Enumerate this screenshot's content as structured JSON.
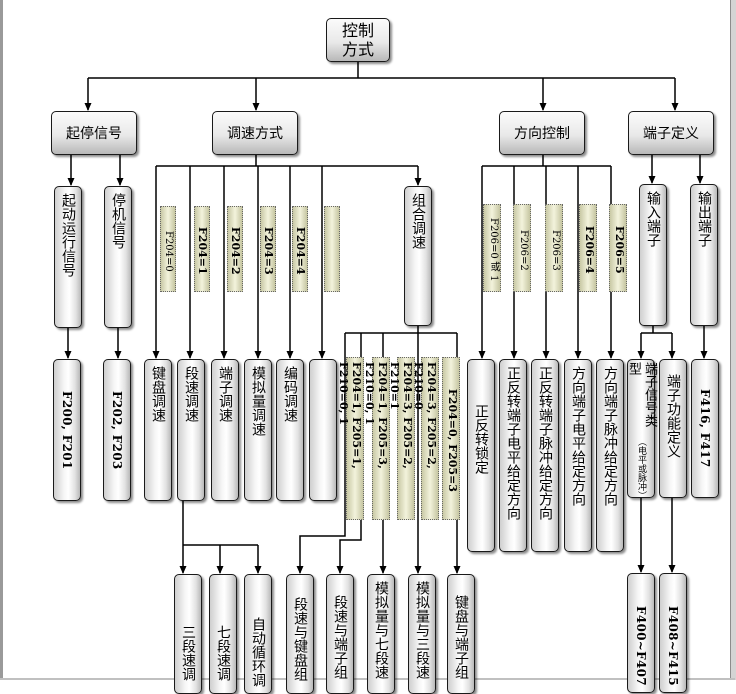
{
  "diagram": {
    "root": "控制\n方式",
    "start_stop": {
      "label": "起停信号",
      "run_signal": "起动运行信号",
      "stop_signal": "停机信号",
      "run_params": "F200, F201",
      "stop_params": "F202, F203"
    },
    "speed": {
      "label": "调速方式",
      "codes": [
        "F204=0",
        "F204=1",
        "F204=2",
        "F204=3",
        "F204=4"
      ],
      "modes": [
        "键盘调速",
        "段速调速",
        "端子调速",
        "模拟量调速",
        "编码调速",
        ""
      ],
      "combo": "组合调速",
      "combo_codes": [
        "F204=1, F205=1, F210=0, 1",
        "F204=1, F205=3, F210=0, 1",
        "F204=3, F205=2, F210=1",
        "F204=3, F205=2, F210=0",
        "F204=0, F205=3"
      ],
      "combo_modes": [
        "段速与键盘组",
        "段速与端子组",
        "模拟量与七段速",
        "模拟量与三段速",
        "键盘与端子组"
      ],
      "segment_modes": [
        "三段速调",
        "七段速调",
        "自动循环调"
      ]
    },
    "direction": {
      "label": "方向控制",
      "codes": [
        "F206=0 或 1",
        "F206=2",
        "F206=3",
        "F206=4",
        "F206=5"
      ],
      "modes": [
        "正反转锁定",
        "正反转端子电平给定方向",
        "正反转端子脉冲给定方向",
        "方向端子电平给定方向",
        "方向端子脉冲给定方向"
      ]
    },
    "terminal": {
      "label": "端子定义",
      "input": "输入端子",
      "output": "输出端子",
      "signal_type_a": "端子信号类型",
      "signal_type_b": "（电平或脉冲）",
      "func_def": "端子功能定义",
      "out_params": "F416, F417",
      "type_params": "F400~F407",
      "func_params": "F408~F415"
    }
  }
}
